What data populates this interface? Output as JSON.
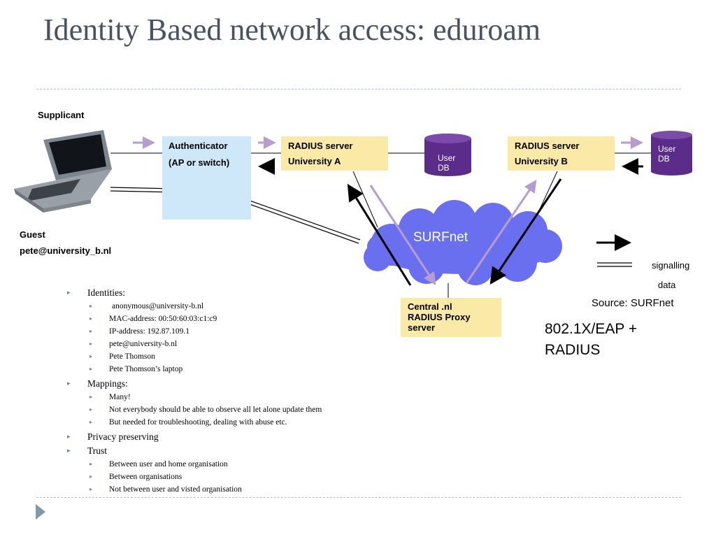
{
  "title": "Identity Based network access: eduroam",
  "diagram": {
    "supplicant": "Supplicant",
    "authenticator": [
      "Authenticator",
      "(AP or switch)"
    ],
    "radius_a": [
      "RADIUS server",
      "University A"
    ],
    "radius_b": [
      "RADIUS server",
      "University B"
    ],
    "user_db_a": [
      "User",
      "DB"
    ],
    "user_db_b": [
      "User",
      "DB"
    ],
    "cloud": "SURFnet",
    "proxy": [
      "Central .nl",
      "RADIUS Proxy",
      "server"
    ],
    "guest": [
      "Guest",
      "pete@university_b.nl"
    ],
    "legend": [
      "signalling",
      "data"
    ],
    "source": "Source: SURFnet",
    "protocol": [
      "802.1X/EAP +",
      "RADIUS"
    ],
    "colors": {
      "authenticator": "#cfe8f9",
      "radius": "#fbe9a8",
      "proxy": "#fbe9a8",
      "db": "#5b2c8a",
      "cloud": "#6a6ff0",
      "flow": "#b89cd0"
    }
  },
  "bullets": [
    {
      "text": "Identities:",
      "sub": [
        "anonymous@university-b.nl",
        "MAC-address: 00:50:60:03:c1:c9",
        "IP-address: 192.87.109.1",
        "pete@university-b.nl",
        "Pete Thomson",
        "Pete Thomson’s laptop"
      ]
    },
    {
      "text": "Mappings:",
      "sub": [
        "Many!",
        "Not everybody should be able to observe all let alone update them",
        "But needed for troubleshooting, dealing with abuse etc."
      ]
    },
    {
      "text": "Privacy preserving",
      "sub": []
    },
    {
      "text": "Trust",
      "sub": [
        "Between user and home organisation",
        "Between organisations",
        "Not between user and visted organisation"
      ]
    }
  ]
}
